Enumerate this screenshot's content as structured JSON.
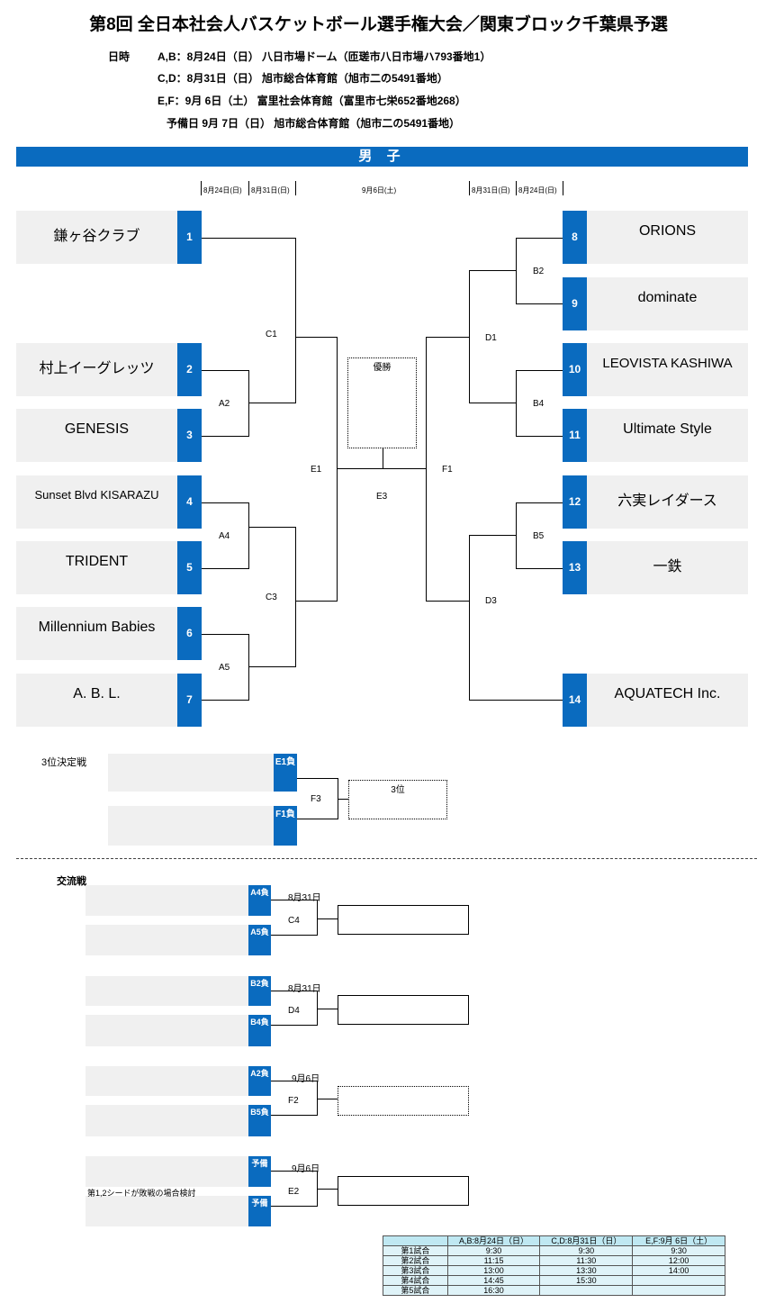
{
  "title": "第8回 全日本社会人バスケットボール選手権大会／関東ブロック千葉県予選",
  "schedule": {
    "label": "日時",
    "lines": [
      "A,B：8月24日（日） 八日市場ドーム（匝瑳市八日市場ハ793番地1）",
      "C,D：8月31日（日） 旭市総合体育館（旭市二の5491番地）",
      "E,F：9月 6日（土） 富里社会体育館（富里市七栄652番地268）",
      "予備日 9月 7日（日） 旭市総合体育館（旭市二の5491番地）"
    ]
  },
  "division_label": "男 子",
  "date_headers": [
    "8月24日(日)",
    "8月31日(日)",
    "9月6日(土)",
    "8月31日(日)",
    "8月24日(日)"
  ],
  "teams_left": [
    {
      "seed": "1",
      "name": "鎌ヶ谷クラブ"
    },
    {
      "seed": "2",
      "name": "村上イーグレッツ"
    },
    {
      "seed": "3",
      "name": "GENESIS"
    },
    {
      "seed": "4",
      "name": "Sunset Blvd KISARAZU"
    },
    {
      "seed": "5",
      "name": "TRIDENT"
    },
    {
      "seed": "6",
      "name": "Millennium Babies"
    },
    {
      "seed": "7",
      "name": "A. B. L."
    }
  ],
  "teams_right": [
    {
      "seed": "8",
      "name": "ORIONS"
    },
    {
      "seed": "9",
      "name": "dominate"
    },
    {
      "seed": "10",
      "name": "LEOVISTA KASHIWA"
    },
    {
      "seed": "11",
      "name": "Ultimate Style"
    },
    {
      "seed": "12",
      "name": "六実レイダース"
    },
    {
      "seed": "13",
      "name": "一鉄"
    },
    {
      "seed": "14",
      "name": "AQUATECH Inc."
    }
  ],
  "games": {
    "A2": "A2",
    "A4": "A4",
    "A5": "A5",
    "B2": "B2",
    "B4": "B4",
    "B5": "B5",
    "C1": "C1",
    "C3": "C3",
    "D1": "D1",
    "D3": "D3",
    "E1": "E1",
    "F1": "F1",
    "E3": "E3"
  },
  "champion_label": "優勝",
  "third_place": {
    "section_label": "3位決定戦",
    "badge1": "E1負",
    "badge2": "F1負",
    "game": "F3",
    "result_label": "3位"
  },
  "exchange": {
    "section_label": "交流戦",
    "note": "第1,2シードが敗戦の場合検討",
    "groups": [
      {
        "b1": "A4負",
        "b2": "A5負",
        "date": "8月31日",
        "game": "C4"
      },
      {
        "b1": "B2負",
        "b2": "B4負",
        "date": "8月31日",
        "game": "D4"
      },
      {
        "b1": "A2負",
        "b2": "B5負",
        "date": "9月6日",
        "game": "F2"
      },
      {
        "b1": "予備",
        "b2": "予備",
        "date": "9月6日",
        "game": "E2"
      }
    ]
  },
  "timetable": {
    "headers": [
      "",
      "A,B:8月24日（日）",
      "C,D:8月31日（日）",
      "E,F:9月 6日（土）"
    ],
    "rows": [
      [
        "第1試合",
        "9:30",
        "9:30",
        "9:30"
      ],
      [
        "第2試合",
        "11:15",
        "11:30",
        "12:00"
      ],
      [
        "第3試合",
        "13:00",
        "13:30",
        "14:00"
      ],
      [
        "第4試合",
        "14:45",
        "15:30",
        ""
      ],
      [
        "第5試合",
        "16:30",
        "",
        ""
      ]
    ]
  },
  "colors": {
    "accent": "#0a6bbf",
    "team_bg": "#f0f0f0",
    "table_bg": "#dff3f8"
  }
}
